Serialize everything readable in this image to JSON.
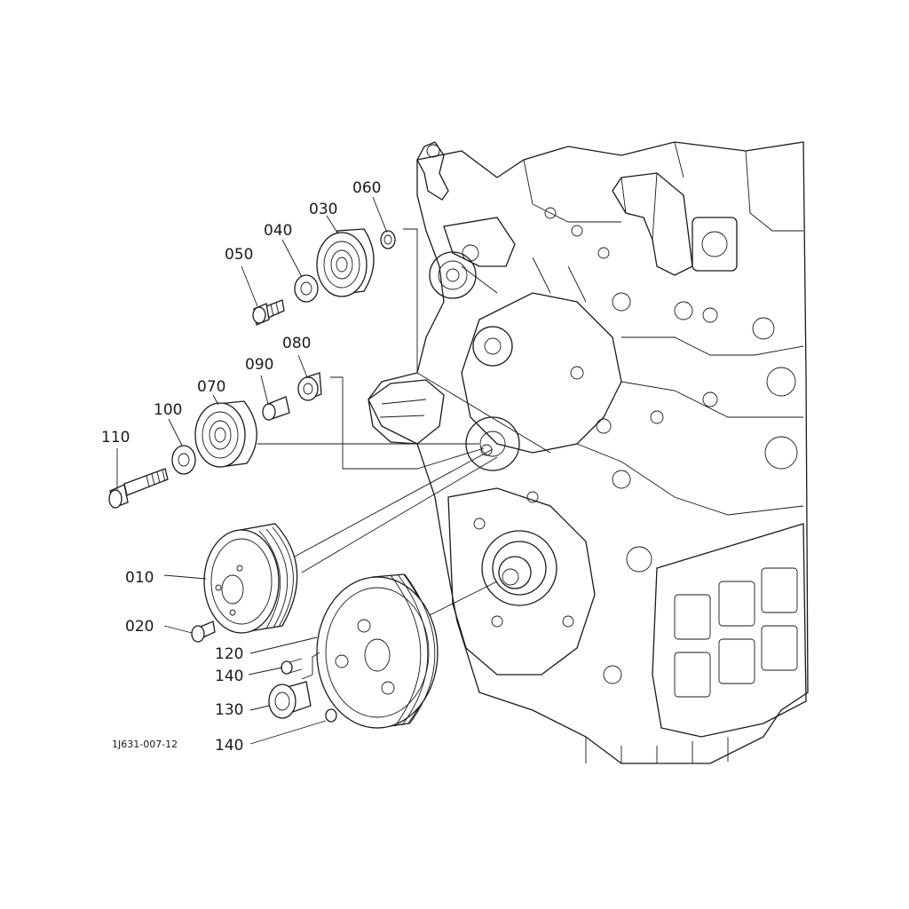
{
  "figure_code": "1J631-007-12",
  "callouts": [
    {
      "id": "010",
      "label": "010"
    },
    {
      "id": "020",
      "label": "020"
    },
    {
      "id": "030",
      "label": "030"
    },
    {
      "id": "040",
      "label": "040"
    },
    {
      "id": "050",
      "label": "050"
    },
    {
      "id": "060",
      "label": "060"
    },
    {
      "id": "070",
      "label": "070"
    },
    {
      "id": "080",
      "label": "080"
    },
    {
      "id": "090",
      "label": "090"
    },
    {
      "id": "100",
      "label": "100"
    },
    {
      "id": "110",
      "label": "110"
    },
    {
      "id": "120",
      "label": "120"
    },
    {
      "id": "130",
      "label": "130"
    },
    {
      "id": "140a",
      "label": "140"
    },
    {
      "id": "140b",
      "label": "140"
    }
  ]
}
